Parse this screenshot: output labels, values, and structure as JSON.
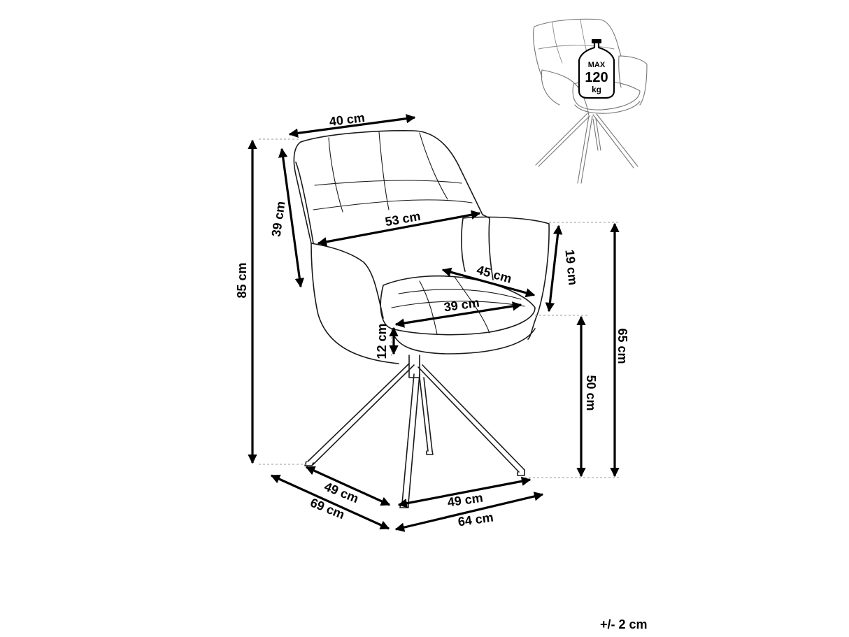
{
  "dimensions": {
    "top_width": "40 cm",
    "back_height": "39 cm",
    "inner_width": "53 cm",
    "armrest_height": "19 cm",
    "seat_depth": "45 cm",
    "seat_width": "39 cm",
    "seat_thickness": "12 cm",
    "total_height": "85 cm",
    "armrest_floor_height": "65 cm",
    "seat_height": "50 cm",
    "base_left": "49 cm",
    "base_right": "49 cm",
    "depth": "69 cm",
    "width": "64 cm"
  },
  "max_load": {
    "line1": "MAX",
    "line2": "120",
    "line3": "kg"
  },
  "tolerance": "+/- 2 cm"
}
